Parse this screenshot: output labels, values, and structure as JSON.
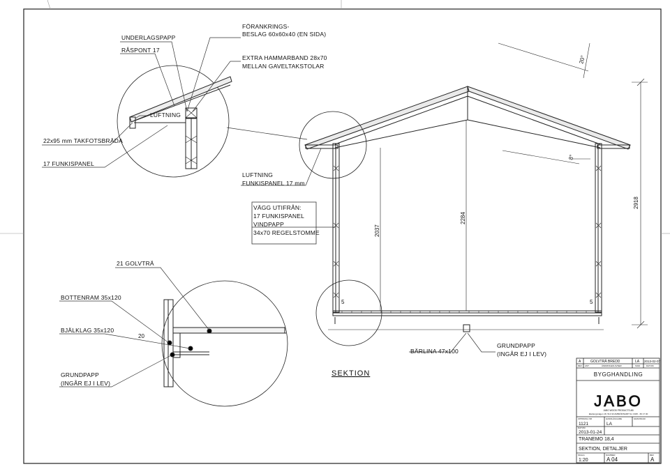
{
  "drawing": {
    "callouts": {
      "underlagspapp": "UNDERLAGSPAPP",
      "raspont": "RÅSPONT 17",
      "forankring_1": "FÖRANKRINGS-",
      "forankring_2": "BESLAG 60x60x40 (EN SIDA)",
      "hammarband_1": "EXTRA HAMMARBAND 28x70",
      "hammarband_2": "MELLAN GAVELTAKSTOLAR",
      "luftning_eave": "LUFTNING",
      "takfotsbrada": "22x95 mm TAKFOTSBRÄDA",
      "funkispanel": "17 FUNKISPANEL",
      "luftning_2": "LUFTNING",
      "funkispanel_mm": "FUNKISPANEL 17 mm",
      "vagg_1": "VÄGG UTIFRÅN:",
      "vagg_2": "17 FUNKISPANEL",
      "vagg_3": "VINDPAPP",
      "vagg_4": "34x70 REGELSTOMME",
      "golvtra": "21 GOLVTRÄ",
      "bottenram": "BOTTENRAM 35x120",
      "bjalklag": "BJÄLKLAG 35x120",
      "grundpapp_1": "GRUNDPAPP",
      "grundpapp_2": "(INGÅR EJ I LEV)",
      "barlina": "BÄRLINA 47x100",
      "grundpapp_r1": "GRUNDPAPP",
      "grundpapp_r2": "(INGÅR EJ I LEV)"
    },
    "dimensions": {
      "angle_20": "20°",
      "angle_8": "8°",
      "wall_height": "2037",
      "ridge_height": "2284",
      "total_height": "2918",
      "slope_5_left": "5",
      "slope_5_right": "5",
      "detail_20": "20"
    },
    "section_label": "SEKTION"
  },
  "title_block": {
    "rev_letter": "A",
    "rev_text": "GOLVTRÄ BREDD",
    "rev_sign": "LA",
    "rev_date": "2013-02-07",
    "rev_h1": "REV",
    "rev_h2": "ANT",
    "rev_h3": "ÄNDRINGEN AVSER",
    "rev_h4": "SIGN",
    "rev_h5": "DATUM",
    "status": "BYGGHANDLING",
    "logo": "JABO",
    "company": "JABO WOOD PRODUCTS AB",
    "address": "Ekebergsvägen 18, 514 93 AMBJÖRNARP Tel. 0325 - 66 17 00",
    "order_no_label": "UPPDRAG NR",
    "order_no": "1121",
    "responsible_label": "HANDLÄGGARE",
    "responsible": "LA",
    "approved_label": "GRANSKAD",
    "date_label": "DATUM",
    "date": "2013-01-24",
    "model": "TRANEMO 18,4",
    "title": "SEKTION, DETALJER",
    "scale_label": "SKALA",
    "scale": "1:20",
    "number_label": "NUMMER",
    "number": "A 04",
    "rev_label": "REV",
    "rev": "A"
  }
}
